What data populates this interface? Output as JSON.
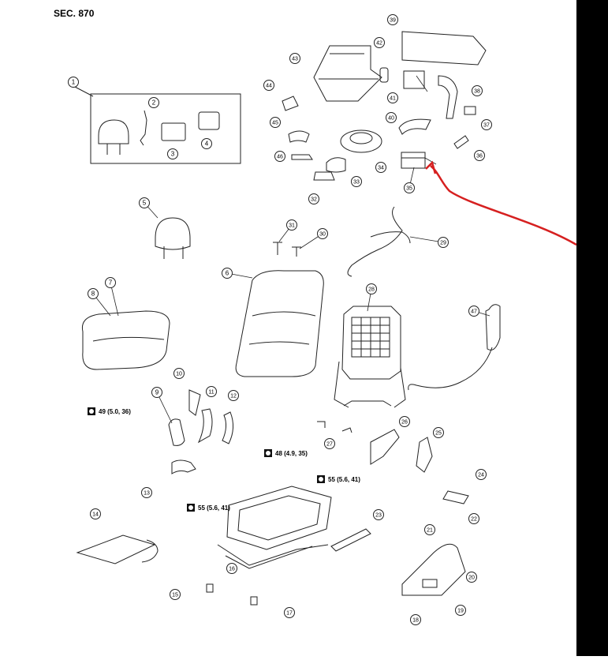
{
  "section_label": "SEC. 870",
  "parts": [
    {
      "n": "1"
    },
    {
      "n": "2"
    },
    {
      "n": "3"
    },
    {
      "n": "4"
    },
    {
      "n": "5"
    },
    {
      "n": "6"
    },
    {
      "n": "7"
    },
    {
      "n": "8"
    },
    {
      "n": "9"
    },
    {
      "n": "10"
    },
    {
      "n": "11"
    },
    {
      "n": "12"
    },
    {
      "n": "13"
    },
    {
      "n": "14"
    },
    {
      "n": "15"
    },
    {
      "n": "16"
    },
    {
      "n": "17"
    },
    {
      "n": "18"
    },
    {
      "n": "19"
    },
    {
      "n": "20"
    },
    {
      "n": "21"
    },
    {
      "n": "22"
    },
    {
      "n": "23"
    },
    {
      "n": "24"
    },
    {
      "n": "25"
    },
    {
      "n": "26"
    },
    {
      "n": "27"
    },
    {
      "n": "28"
    },
    {
      "n": "29"
    },
    {
      "n": "30"
    },
    {
      "n": "31"
    },
    {
      "n": "32"
    },
    {
      "n": "33"
    },
    {
      "n": "34"
    },
    {
      "n": "35"
    },
    {
      "n": "36"
    },
    {
      "n": "37"
    },
    {
      "n": "38"
    },
    {
      "n": "39"
    },
    {
      "n": "40"
    },
    {
      "n": "41"
    },
    {
      "n": "42"
    },
    {
      "n": "43"
    },
    {
      "n": "44"
    },
    {
      "n": "45"
    },
    {
      "n": "46"
    },
    {
      "n": "47"
    }
  ],
  "torques": [
    {
      "label": "49 (5.0, 36)"
    },
    {
      "label": "48 (4.9, 35)"
    },
    {
      "label": "55 (5.6, 41)"
    },
    {
      "label": "55 (5.6, 41)"
    }
  ],
  "annotation": {
    "color": "#d62020"
  }
}
